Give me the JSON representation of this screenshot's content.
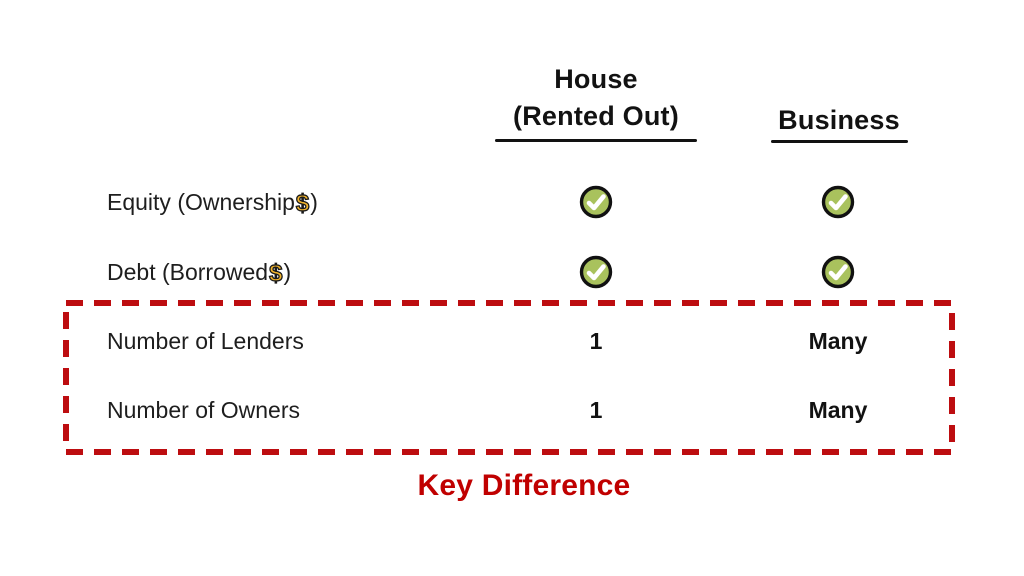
{
  "table": {
    "column_headers": [
      {
        "id": "house",
        "line1": "House",
        "line2": "(Rented Out)"
      },
      {
        "id": "business",
        "line1": "Business"
      }
    ],
    "rows": [
      {
        "label_pre": "Equity (Ownership",
        "dollar": "$",
        "label_post": ")",
        "house": "check-icon",
        "business": "check-icon"
      },
      {
        "label_pre": "Debt (Borrowed",
        "dollar": "$",
        "label_post": ")",
        "house": "check-icon",
        "business": "check-icon"
      },
      {
        "label": "Number of Lenders",
        "house": "1",
        "business": "Many"
      },
      {
        "label": "Number of Owners",
        "house": "1",
        "business": "Many"
      }
    ]
  },
  "annotation": {
    "label": "Key Difference"
  },
  "colors": {
    "accent_red": "#C00000",
    "dashed_box_red": "#BD0D10",
    "check_green": "#A9C25D",
    "dollar_gold": "#F2B42C",
    "text_black": "#121212"
  },
  "icons": {
    "check": "check-circle-icon",
    "dollar": "dollar-icon"
  }
}
